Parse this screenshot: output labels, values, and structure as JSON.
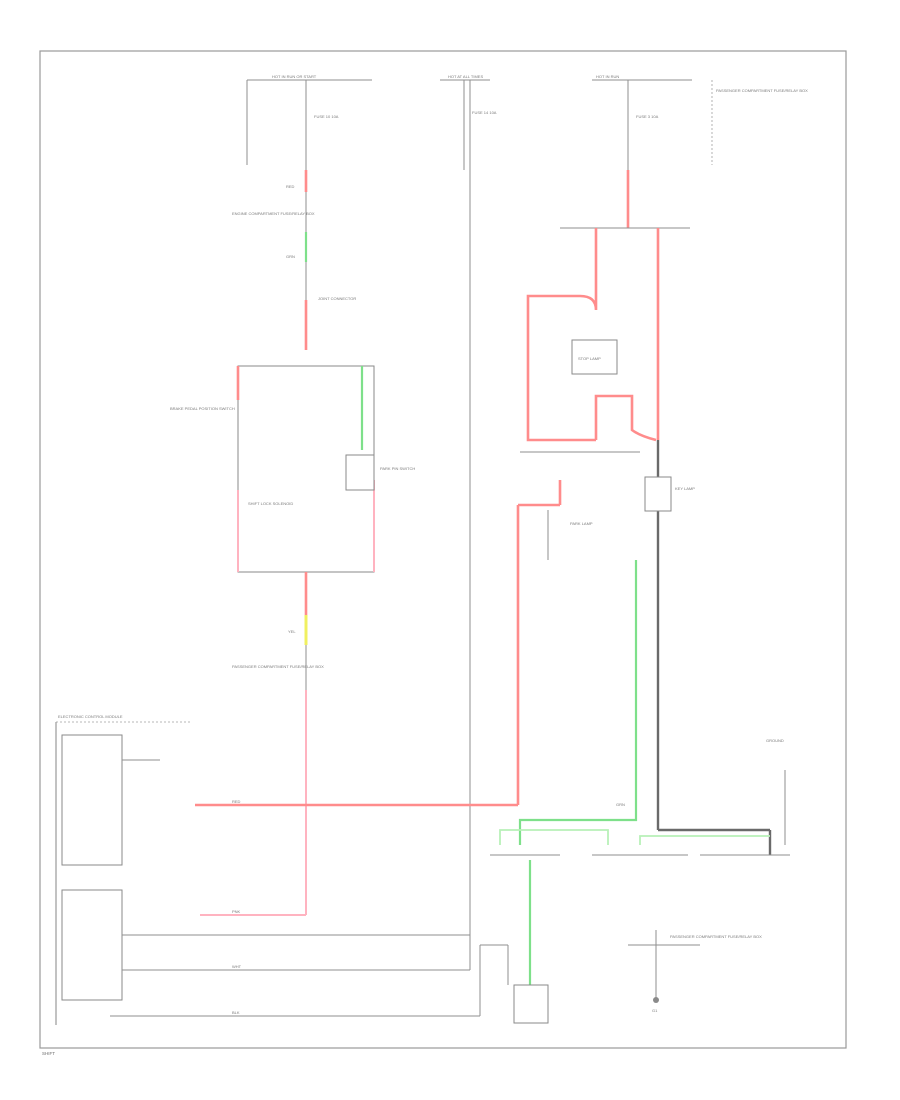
{
  "diagram": {
    "labels": {
      "top_left_fuse": "HOT IN RUN OR START",
      "top_mid_fuse": "HOT AT ALL TIMES",
      "top_right_fuse": "HOT IN RUN",
      "fuse_left": "FUSE 10 10A",
      "fuse_mid": "FUSE 14 10A",
      "fuse_right": "FUSE 3 10A",
      "right_box": "PASSENGER COMPARTMENT FUSE/RELAY BOX",
      "left_connector": "ENGINE COMPARTMENT FUSE/RELAY BOX",
      "joint_connector": "JOINT CONNECTOR",
      "brake_switch": "BRAKE PEDAL POSITION SWITCH",
      "park_pin": "PARK PIN SWITCH",
      "shift_lock": "SHIFT LOCK SOLENOID",
      "rear_block": "PASSENGER COMPARTMENT FUSE/RELAY BOX",
      "electronic_module": "ELECTRONIC CONTROL MODULE",
      "stop_lamp": "STOP LAMP",
      "park_lamp": "PARK LAMP",
      "key_lamp": "KEY LAMP",
      "ground_g": "G1",
      "ground_label": "GROUND",
      "wire_red": "RED",
      "wire_grn": "GRN",
      "wire_pnk": "PNK",
      "wire_blk": "BLK",
      "wire_wht": "WHT",
      "wire_yel": "YEL",
      "footer": "SHIFT"
    }
  }
}
